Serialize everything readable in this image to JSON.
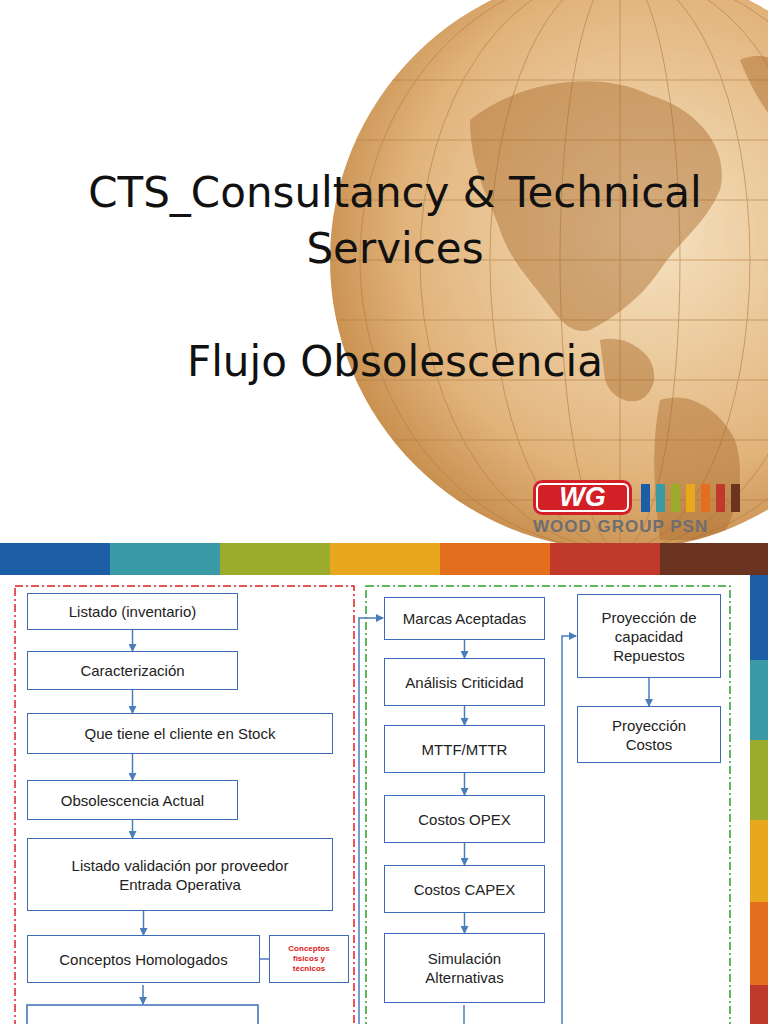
{
  "diagram": {
    "title": "CTS_Consultancy & Technical Services",
    "nodes": [
      {
        "text": [
          "Listado (inventario)"
        ]
      },
      {
        "text": [
          "Caracterización"
        ]
      },
      {
        "text": [
          "Que tiene el cliente en Stock"
        ]
      },
      {
        "text": [
          "Obsolescencia Actual"
        ]
      },
      {
        "text": [
          "Listado validación por proveedor Entrada Operativa"
        ]
      },
      {
        "text": [
          "Conceptos Homologados"
        ]
      },
      {
        "text": [
          "Conceptos físicos y técnicos"
        ]
      },
      {
        "text": [
          "Marcas Aceptadas"
        ]
      },
      {
        "text": [
          "Análisis Criticidad"
        ]
      },
      {
        "text": [
          "MTTF/MTTR"
        ]
      },
      {
        "text": [
          "Costos OPEX"
        ]
      },
      {
        "text": [
          "Costos CAPEX"
        ]
      },
      {
        "text": [
          "Simulación Alternativas"
        ]
      },
      {
        "text": [
          "Proyección de capacidad Repuestos"
        ]
      },
      {
        "text": [
          "Proyección Costos"
        ]
      }
    ],
    "edges": [
      {
        "from": 0,
        "to": 1,
        "arrow": "to"
      },
      {
        "from": 1,
        "to": 2,
        "arrow": "to"
      },
      {
        "from": 2,
        "to": 3,
        "arrow": "to"
      },
      {
        "from": 3,
        "to": 4,
        "arrow": "to"
      },
      {
        "from": 4,
        "to": 5,
        "arrow": "to"
      },
      {
        "from": 5,
        "to": 6,
        "arrow": "none"
      },
      {
        "from": 7,
        "to": 8,
        "arrow": "to"
      },
      {
        "from": 8,
        "to": 9,
        "arrow": "to"
      },
      {
        "from": 9,
        "to": 10,
        "arrow": "to"
      },
      {
        "from": 10,
        "to": 11,
        "arrow": "to"
      },
      {
        "from": 11,
        "to": 12,
        "arrow": "to"
      },
      {
        "from": 13,
        "to": 14,
        "arrow": "to"
      }
    ],
    "labels": [
      "Flujo Obsolescencia",
      "WG",
      "WOOD GROUP PSN"
    ]
  }
}
